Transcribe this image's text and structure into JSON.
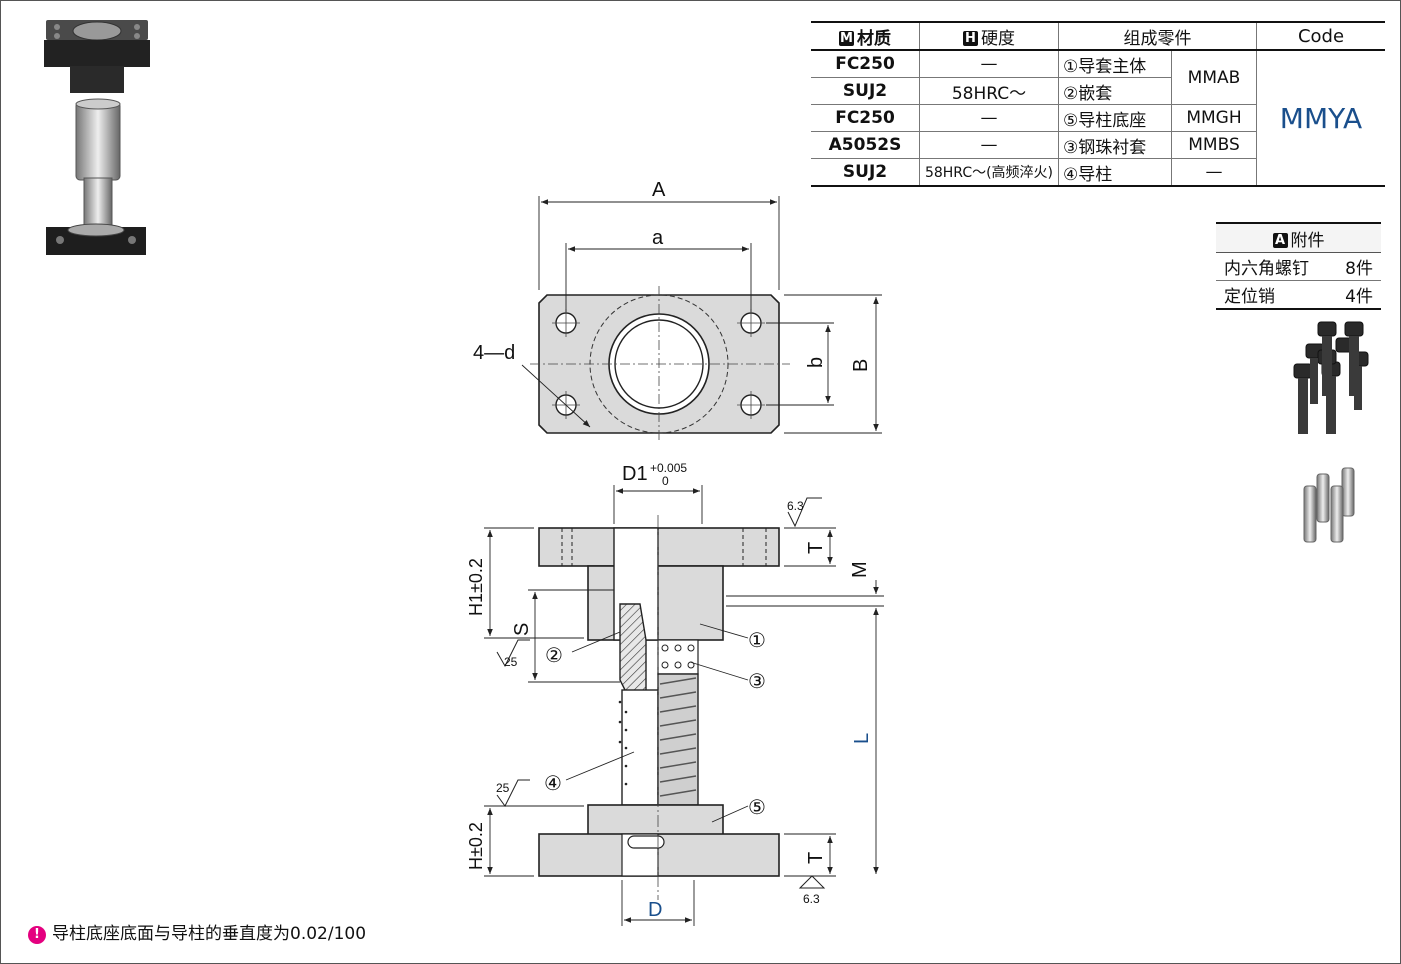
{
  "spec_table": {
    "headers": {
      "material": "材质",
      "hardness": "硬度",
      "parts": "组成零件",
      "code": "Code"
    },
    "header_tags": {
      "material": "M",
      "hardness": "H"
    },
    "rows": [
      {
        "material": "FC250",
        "hardness": "—",
        "part": "①导套主体"
      },
      {
        "material": "SUJ2",
        "hardness": "58HRC～",
        "part": "②嵌套"
      },
      {
        "material": "FC250",
        "hardness": "—",
        "part": "⑤导柱底座",
        "sub_code": "MMGH"
      },
      {
        "material": "A5052S",
        "hardness": "—",
        "part": "③钢珠衬套",
        "sub_code": "MMBS"
      },
      {
        "material": "SUJ2",
        "hardness": "58HRC～(高频淬火)",
        "part": "④导柱",
        "sub_code": "—"
      }
    ],
    "merged_sub_code": "MMAB",
    "product_code": "MMYA"
  },
  "accessories": {
    "tag": "A",
    "title": "附件",
    "items": [
      {
        "name": "内六角螺钉",
        "qty": "8件"
      },
      {
        "name": "定位销",
        "qty": "4件"
      }
    ]
  },
  "drawing_labels": {
    "A": "A",
    "a": "a",
    "B": "B",
    "b": "b",
    "hole": "4—d",
    "D1": "D1",
    "D1_tol_upper": "+0.005",
    "D1_tol_lower": "0",
    "T_top": "T",
    "M": "M",
    "H1": "H1±0.2",
    "S": "S",
    "L": "L",
    "H": "H±0.2",
    "T_bottom": "T",
    "D": "D",
    "rough_top": "6.3",
    "rough_mid": "25",
    "rough_low": "25",
    "rough_bottom": "6.3",
    "callouts": [
      "①",
      "②",
      "③",
      "④",
      "⑤"
    ]
  },
  "colors": {
    "code_blue": "#1a4f8c",
    "note_icon": "#e4007f",
    "part_fill": "#dadada",
    "outline": "#222"
  },
  "note": {
    "icon": "info-icon",
    "text": "导柱底座底面与导柱的垂直度为0.02/100"
  }
}
